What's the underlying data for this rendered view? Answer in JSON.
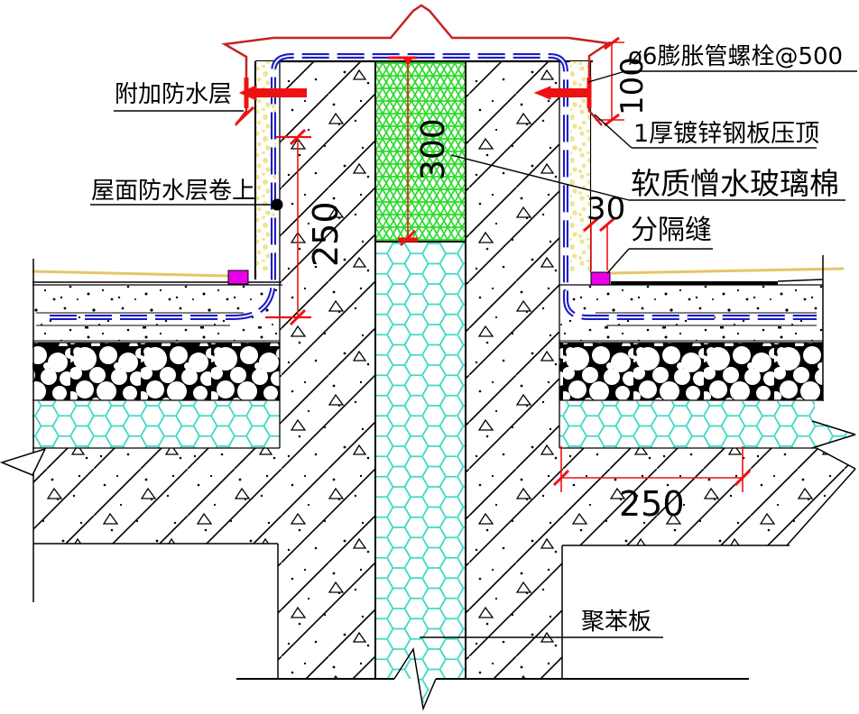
{
  "drawing": {
    "labels": {
      "additional_membrane": "附加防水层",
      "roof_membrane_rolled_up": "屋面防水层卷上",
      "expansion_bolt": "ø6膨胀管螺栓@500",
      "steel_coping": "1厚镀锌钢板压顶",
      "glass_wool": "软质憎水玻璃棉",
      "dividing_joint": "分隔缝",
      "polystyrene_board": "聚苯板"
    },
    "dimensions": {
      "coping_height": "100",
      "parapet_membrane_height": "250",
      "glass_wool_depth": "300",
      "joint_width": "30",
      "support_width": "250"
    },
    "colors": {
      "membrane_blue": "#1b1bc8",
      "coping_red": "#c62222",
      "dimension_red": "#ee1111",
      "glass_wool_green": "#2adb2a",
      "polystyrene_cyan": "#3fd9c9",
      "sealant_magenta": "#e800e8",
      "surface_yellow": "#e7c567",
      "insulation_speckle": "#ede690"
    }
  }
}
